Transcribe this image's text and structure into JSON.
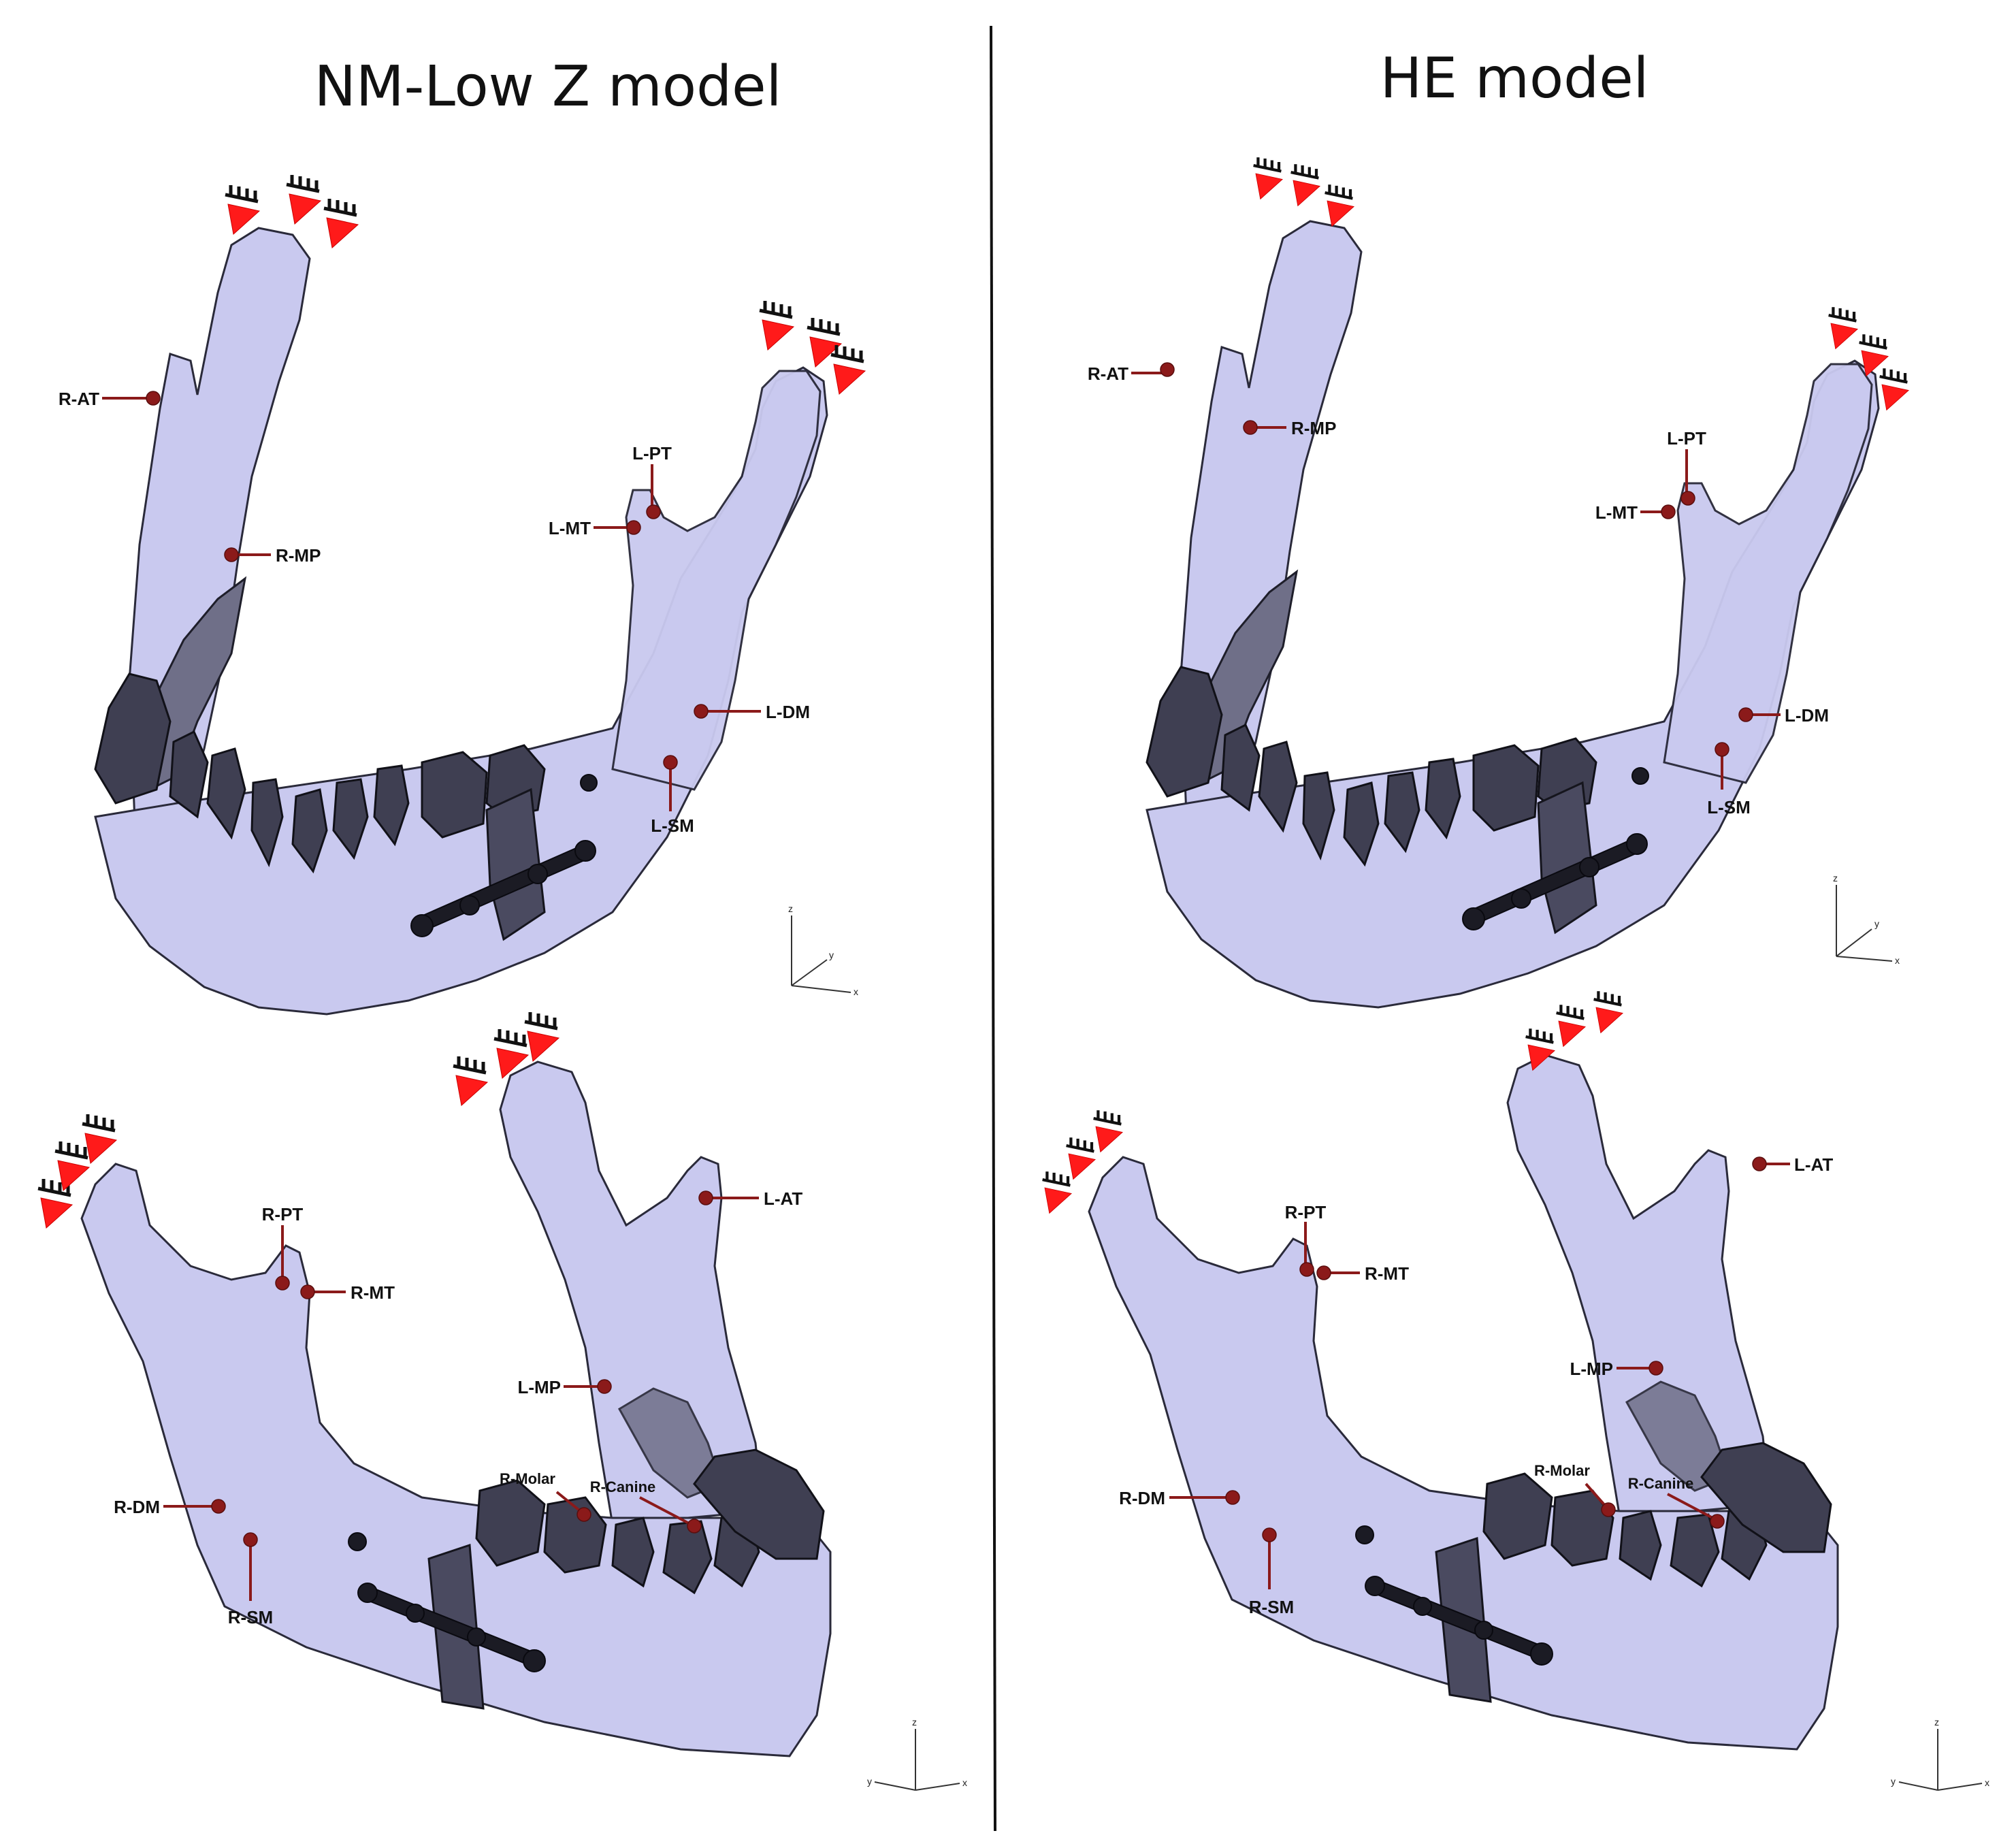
{
  "panels": [
    {
      "title": "NM-Low Z model",
      "views": [
        {
          "labels": [
            "R-AT",
            "R-MP",
            "L-PT",
            "L-MT",
            "L-DM",
            "L-SM"
          ],
          "axes": [
            "z",
            "y",
            "x"
          ]
        },
        {
          "labels": [
            "R-PT",
            "R-MT",
            "L-AT",
            "L-MP",
            "R-DM",
            "R-SM",
            "R-Molar",
            "R-Canine"
          ],
          "axes": [
            "z",
            "y",
            "x"
          ]
        }
      ]
    },
    {
      "title": "HE model",
      "views": [
        {
          "labels": [
            "R-AT",
            "R-MP",
            "L-PT",
            "L-MT",
            "L-DM",
            "L-SM"
          ],
          "axes": [
            "z",
            "y",
            "x"
          ]
        },
        {
          "labels": [
            "R-PT",
            "R-MT",
            "L-AT",
            "L-MP",
            "R-DM",
            "R-SM",
            "R-Molar",
            "R-Canine"
          ],
          "axes": [
            "z",
            "y",
            "x"
          ]
        }
      ]
    }
  ],
  "colors": {
    "mesh": "#c9c9ef",
    "mesh_edge": "#2a2a3a",
    "marker": "#8b1a1a",
    "load_arrow": "#ff1a1a",
    "divider": "#111111"
  }
}
